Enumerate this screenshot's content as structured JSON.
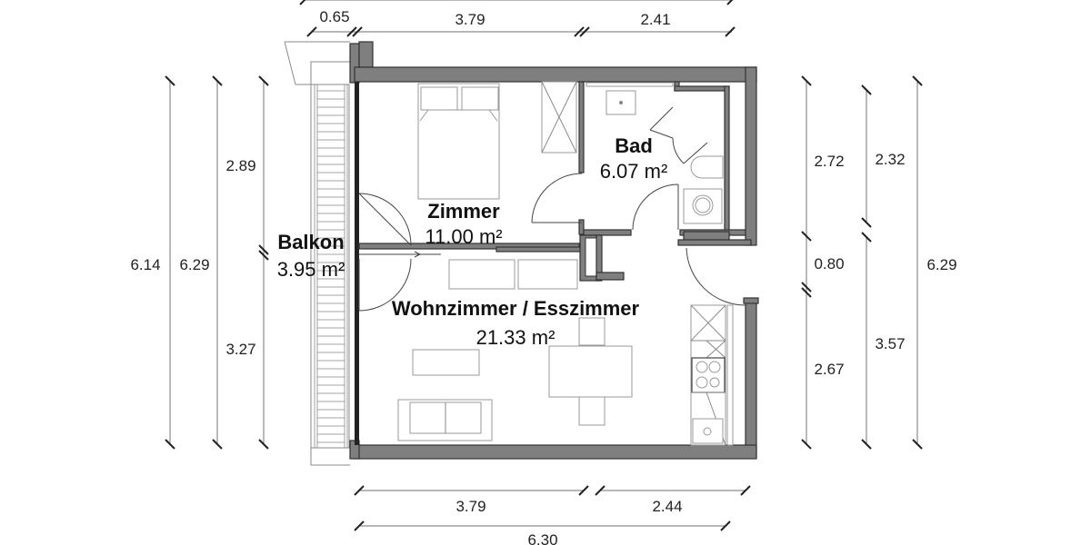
{
  "plan": {
    "rooms": [
      {
        "name": "Zimmer",
        "area": "11.00 m²"
      },
      {
        "name": "Bad",
        "area": "6.07 m²"
      },
      {
        "name": "Balkon",
        "area": "3.95 m²"
      },
      {
        "name": "Wohnzimmer / Esszimmer",
        "area": "21.33 m²"
      }
    ],
    "dimensions": {
      "top": [
        "0.65",
        "3.79",
        "2.41"
      ],
      "bottom": [
        "3.79",
        "2.44",
        "6.30"
      ],
      "left": [
        "6.14",
        "6.29",
        "2.89",
        "3.27"
      ],
      "right": [
        "2.72",
        "0.80",
        "2.67",
        "2.32",
        "3.57",
        "6.29"
      ]
    }
  }
}
